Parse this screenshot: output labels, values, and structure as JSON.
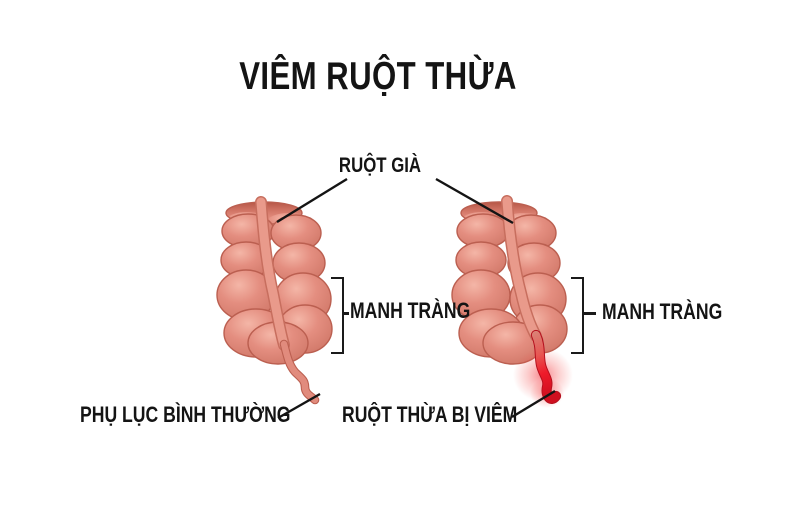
{
  "title": "VIÊM RUỘT THỪA",
  "diagram": {
    "top_label": "RUỘT GIÀ",
    "panels": [
      {
        "id": "normal",
        "condition": "normal appendix",
        "bracket_label": "MANH TRÀNG",
        "bottom_label": "PHỤ LỤC BÌNH THƯỜNG"
      },
      {
        "id": "inflamed",
        "condition": "inflamed appendix",
        "bracket_label": "MANH TRÀNG",
        "bottom_label": "RUỘT THỪA BỊ VIÊM"
      }
    ],
    "colors": {
      "background": "#ffffff",
      "text": "#141414",
      "pointer_line": "#141414",
      "intestine_body": "#e48e80",
      "intestine_highlight": "#f4b6a7",
      "intestine_shadow": "#cc7365",
      "intestine_outline": "#bb5f50",
      "taenia_band": "#e99a8b",
      "inflamed_red": "#ee1b2a",
      "inflamed_glow": "#f21c2a"
    }
  }
}
